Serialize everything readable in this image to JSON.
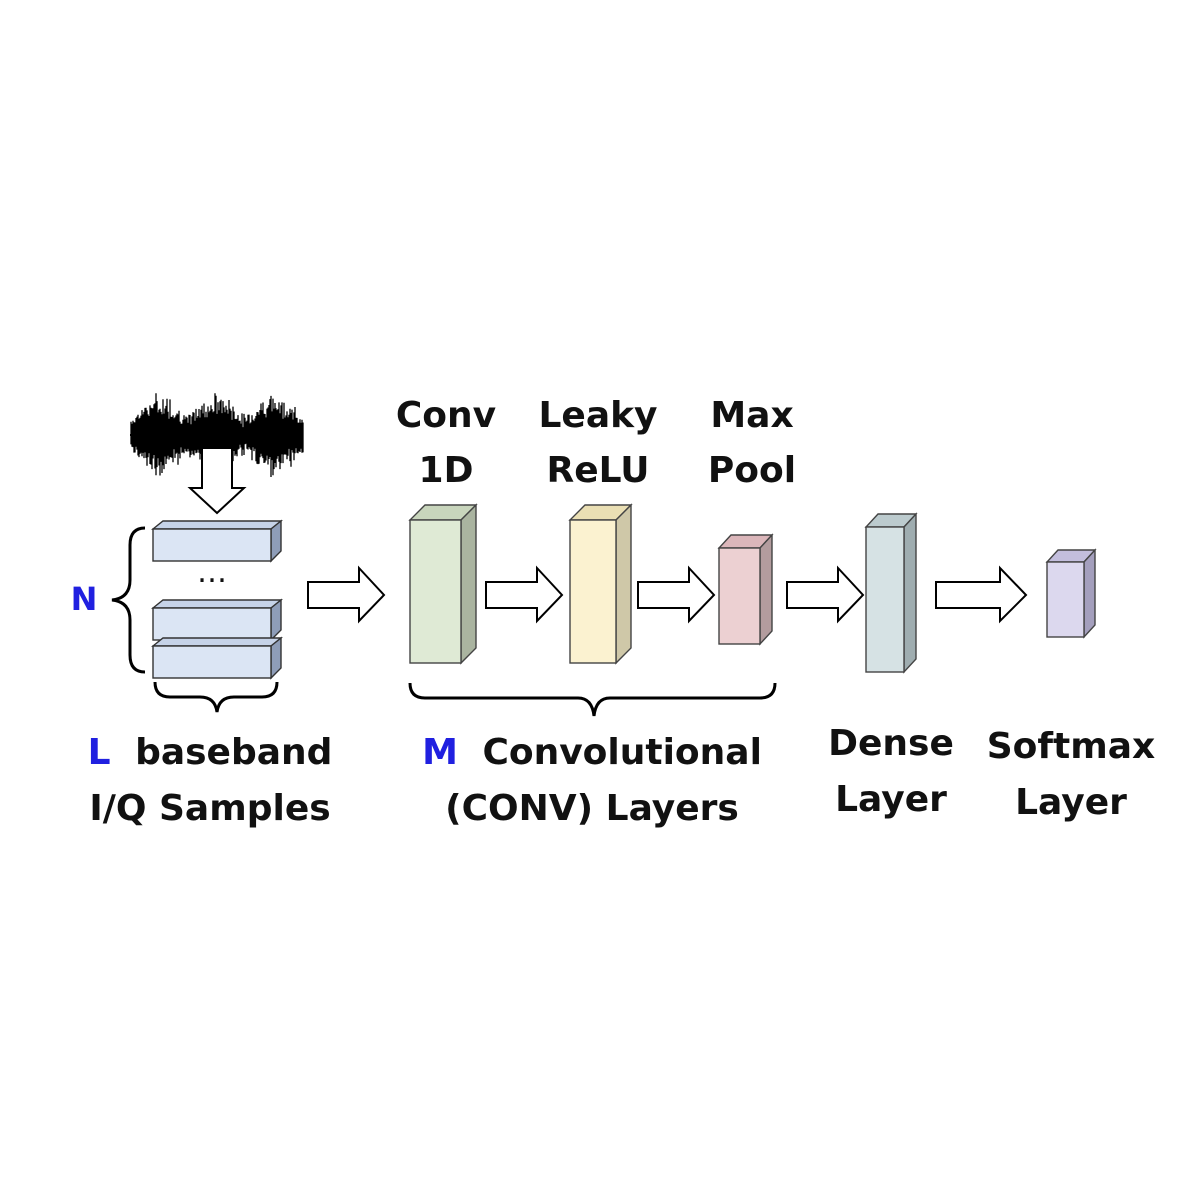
{
  "colors": {
    "accent": "#2020e0",
    "iq_block": "#dbe5f4",
    "conv": "#dfead5",
    "relu": "#fbf2d0",
    "pool": "#ecd0d2",
    "dense": "#d6e2e4",
    "softmax": "#dcd8ee"
  },
  "input": {
    "n_symbol": "N",
    "ellipsis": "…",
    "l_symbol": "L",
    "line1_rest": "baseband",
    "line2": "I/Q Samples"
  },
  "layers": {
    "conv": {
      "line1": "Conv",
      "line2": "1D"
    },
    "relu": {
      "line1": "Leaky",
      "line2": "ReLU"
    },
    "pool": {
      "line1": "Max",
      "line2": "Pool"
    }
  },
  "group": {
    "m_symbol": "M",
    "line1_rest": "Convolutional",
    "line2": "(CONV) Layers"
  },
  "dense": {
    "line1": "Dense",
    "line2": "Layer"
  },
  "softmax": {
    "line1": "Softmax",
    "line2": "Layer"
  }
}
